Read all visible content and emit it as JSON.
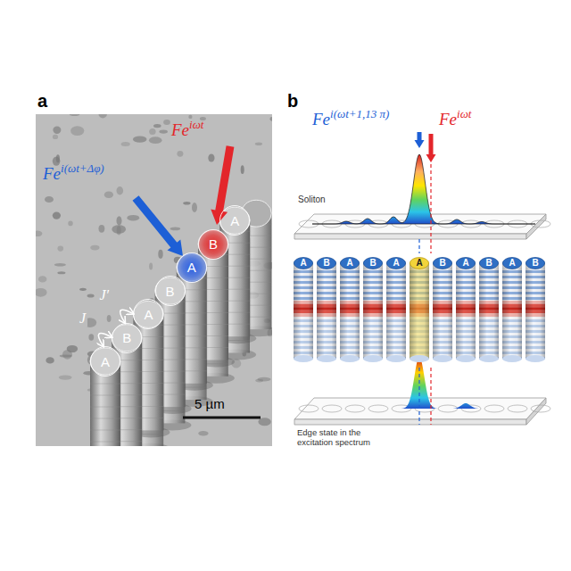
{
  "diagram": {
    "nodes": [
      {
        "text": [
          "A"
        ]
      },
      {
        "text": [
          "B"
        ]
      },
      {
        "text": [
          "A"
        ]
      },
      {
        "text": [
          "B"
        ]
      },
      {
        "text": [
          "A"
        ]
      },
      {
        "text": [
          "B"
        ]
      },
      {
        "text": [
          "A"
        ]
      },
      {
        "text": [
          "A"
        ]
      },
      {
        "text": [
          "B"
        ]
      },
      {
        "text": [
          "A"
        ]
      },
      {
        "text": [
          "B"
        ]
      },
      {
        "text": [
          "A"
        ]
      },
      {
        "text": [
          "A"
        ]
      },
      {
        "text": [
          "B"
        ]
      },
      {
        "text": [
          "A"
        ]
      },
      {
        "text": [
          "B"
        ]
      },
      {
        "text": [
          "A"
        ]
      },
      {
        "text": [
          "B"
        ]
      }
    ],
    "edges": [
      {
        "from": 0,
        "to": 1,
        "label": "J",
        "arrow": "both"
      },
      {
        "from": 1,
        "to": 2,
        "label": "J′",
        "arrow": "both"
      }
    ],
    "labels": [
      "a",
      "Fe",
      "iωt",
      "Fe",
      "i(ωt+Δφ)",
      "5 µm",
      "b",
      "Fe",
      "i(ωt+1,13 π)",
      "Fe",
      "iωt",
      "Soliton",
      "Edge state in the excitation spectrum"
    ]
  }
}
